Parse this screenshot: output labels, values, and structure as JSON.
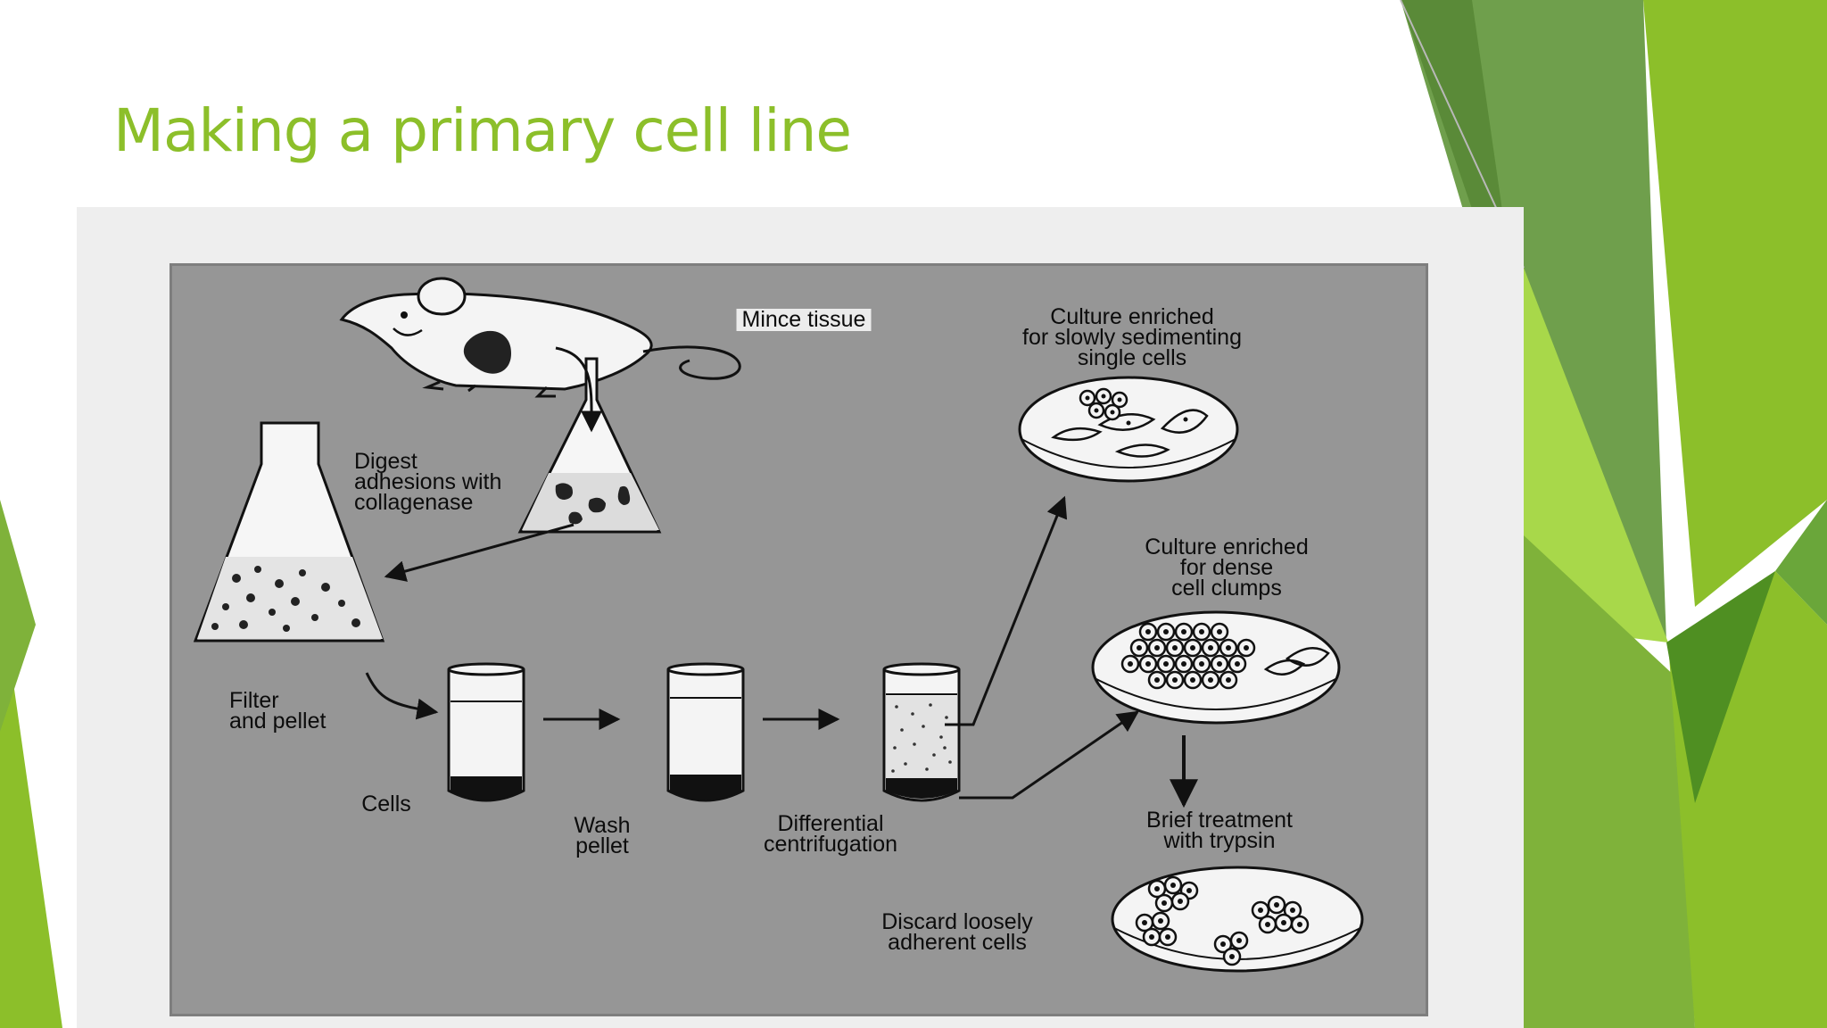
{
  "slide": {
    "title": "Making a primary cell line",
    "accent_colors": [
      "#8cbf2a",
      "#4f8f22",
      "#a8d84a",
      "#6f9f4c"
    ]
  },
  "diagram": {
    "labels": {
      "mince_tissue": "Mince tissue",
      "digest": [
        "Digest",
        "adhesions with",
        "collagenase"
      ],
      "filter": [
        "Filter",
        "and pellet"
      ],
      "cells": "Cells",
      "wash": [
        "Wash",
        "pellet"
      ],
      "differential": [
        "Differential",
        "centrifugation"
      ],
      "culture_single": [
        "Culture  enriched",
        "for slowly sedimenting",
        "single cells"
      ],
      "culture_clumps": [
        "Culture enriched",
        "for dense",
        "cell clumps"
      ],
      "trypsin": [
        "Brief treatment",
        "with trypsin"
      ],
      "discard": [
        "Discard loosely",
        "adherent cells"
      ]
    },
    "icons": [
      "mouse-icon",
      "flask-icon",
      "test-tube-icon",
      "petri-dish-icon",
      "arrow-icon"
    ]
  }
}
